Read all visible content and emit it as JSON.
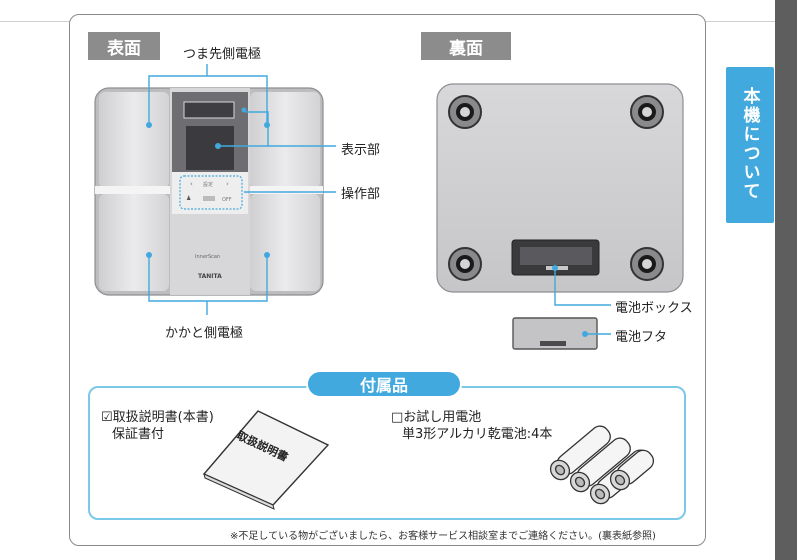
{
  "side_tab": {
    "label": "本機について"
  },
  "front": {
    "heading": "表面",
    "label_toe": "つま先側電極",
    "label_display": "表示部",
    "label_operation": "操作部",
    "label_heel": "かかと側電極",
    "panel_set": "設定",
    "panel_innerscan": "InnerScan",
    "panel_brand": "TANITA",
    "panel_off": "OFF"
  },
  "back": {
    "heading": "裏面",
    "label_battery_box": "電池ボックス",
    "label_battery_cover": "電池フタ"
  },
  "accessories": {
    "heading": "付属品",
    "item1_line1": "☑取扱説明書(本書)",
    "item1_line2": "保証書付",
    "manual_cover": "取扱説明書",
    "item2_line1": "□お試し用電池",
    "item2_line2": "単3形アルカリ乾電池:4本"
  },
  "footnote": "※不足している物がございましたら、お客様サービス相談室までご連絡ください。(裏表紙参照)",
  "colors": {
    "accent": "#41a9dd",
    "accent_light": "#7cc8e8",
    "heading_gray": "#8c8c8c",
    "side_bar": "#5e5e5e"
  }
}
